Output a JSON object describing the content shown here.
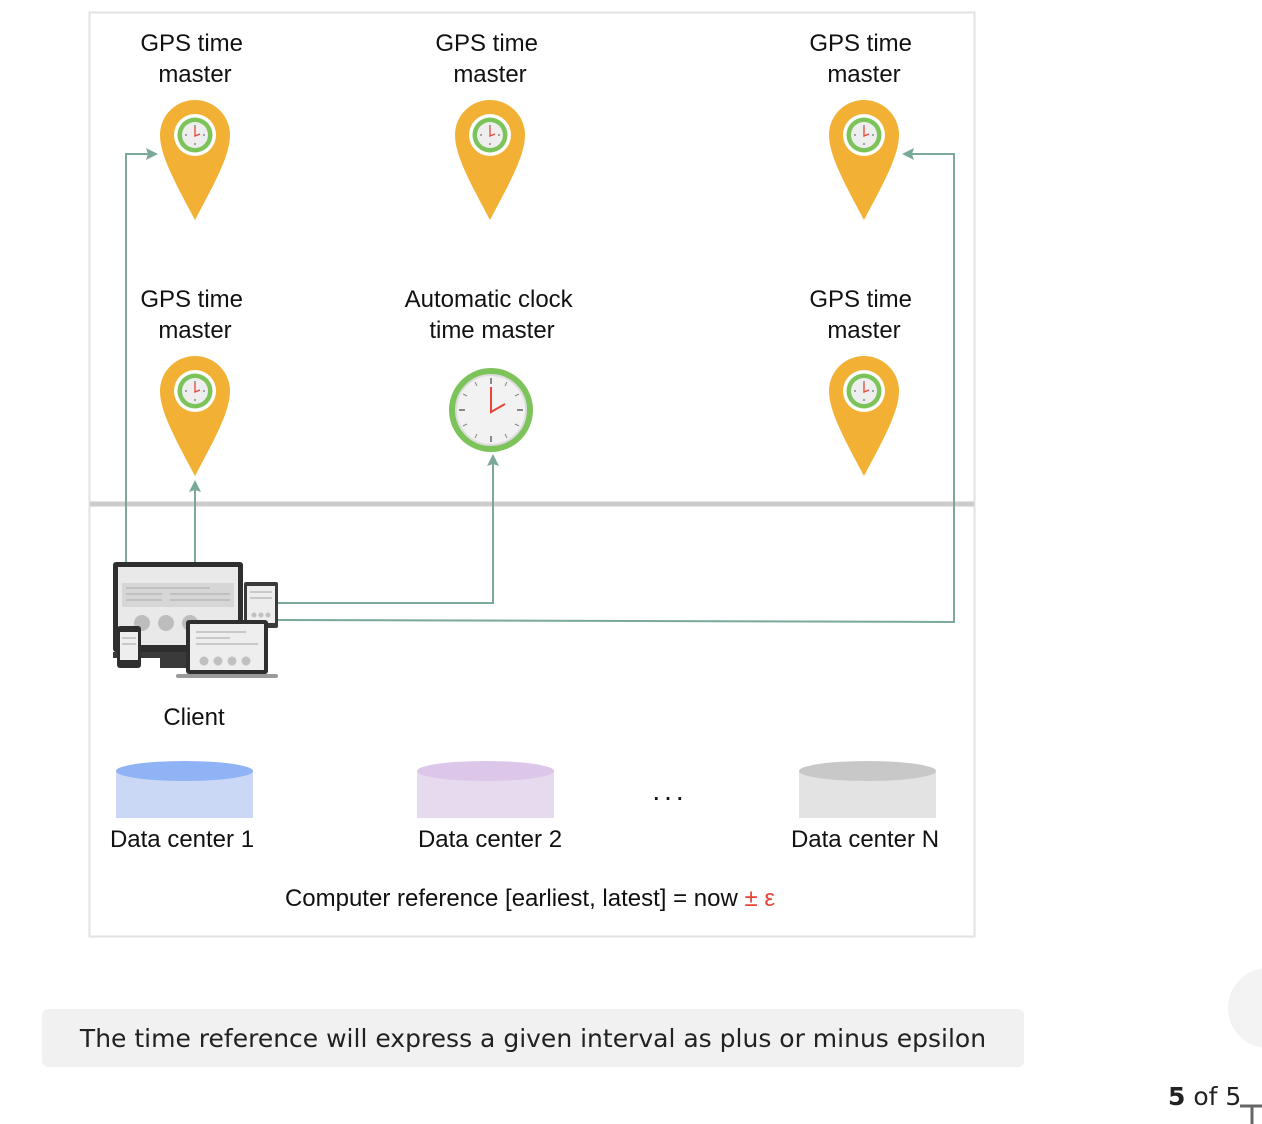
{
  "diagram": {
    "nodes": [
      {
        "id": "gps-top-left",
        "label_lines": [
          "GPS time",
          "master"
        ]
      },
      {
        "id": "gps-top-middle",
        "label_lines": [
          "GPS time",
          "master"
        ]
      },
      {
        "id": "gps-top-right",
        "label_lines": [
          "GPS time",
          "master"
        ]
      },
      {
        "id": "gps-middle-left",
        "label_lines": [
          "GPS time",
          "master"
        ]
      },
      {
        "id": "atomic-clock",
        "label_lines": [
          "Automatic clock",
          "time master"
        ]
      },
      {
        "id": "gps-middle-right",
        "label_lines": [
          "GPS time",
          "master"
        ]
      }
    ],
    "client_label": "Client",
    "data_centers": [
      {
        "label": "Data center 1",
        "top_color": "#8fb3f5",
        "body_color": "#cad8f5"
      },
      {
        "label": "Data center 2",
        "top_color": "#dcc6ea",
        "body_color": "#e6daef"
      },
      {
        "label": "Data center N",
        "top_color": "#c8c8c8",
        "body_color": "#e3e3e3"
      }
    ],
    "ellipsis": "...",
    "formula_text": "Computer reference [earliest, latest] = now ",
    "formula_epsilon": "± ε",
    "colors": {
      "pin": "#f2b134",
      "clock_ring": "#7cc35a",
      "arrow": "#7aa99c",
      "epsilon": "#e8443a",
      "divider": "#cccccc"
    }
  },
  "caption": "The time reference will express a given interval as plus or minus epsilon",
  "pager": {
    "current": "5",
    "of_text": "of 5"
  }
}
